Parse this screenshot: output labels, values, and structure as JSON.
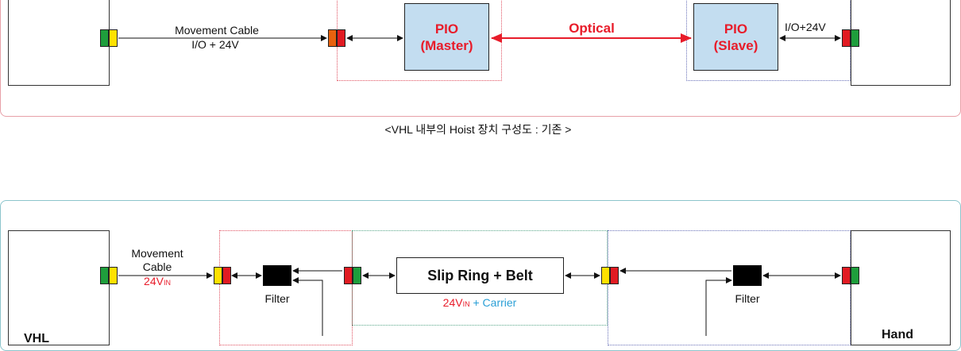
{
  "top": {
    "movement_cable_line1": "Movement Cable",
    "movement_cable_line2": "I/O + 24V",
    "pio_master_line1": "PIO",
    "pio_master_line2": "(Master)",
    "optical": "Optical",
    "pio_slave_line1": "PIO",
    "pio_slave_line2": "(Slave)",
    "io_24v": "I/O+24V",
    "caption": "<VHL 내부의 Hoist 장치 구성도 : 기존 >"
  },
  "bottom": {
    "movement_line1": "Movement",
    "movement_line2": "Cable",
    "v24_base": "24V",
    "v24_sub": "IN",
    "filter_left": "Filter",
    "slip_ring": "Slip Ring + Belt",
    "slip_v24_base": "24V",
    "slip_v24_sub": "IN",
    "plus": "+",
    "carrier": "Carrier",
    "filter_right": "Filter",
    "vhl_partial": "VHL",
    "hand_partial": "Hand"
  },
  "colors": {
    "pio_fill": "#c3ddf0",
    "accent_red": "#e81c2a",
    "carrier_blue": "#2a9fd6",
    "connector_green": "#1e9e3c",
    "connector_yellow": "#ffe100",
    "connector_orange": "#e8620e"
  },
  "icons": [
    "connector-green",
    "connector-yellow",
    "connector-orange",
    "connector-red",
    "filter-block",
    "double-arrow"
  ]
}
